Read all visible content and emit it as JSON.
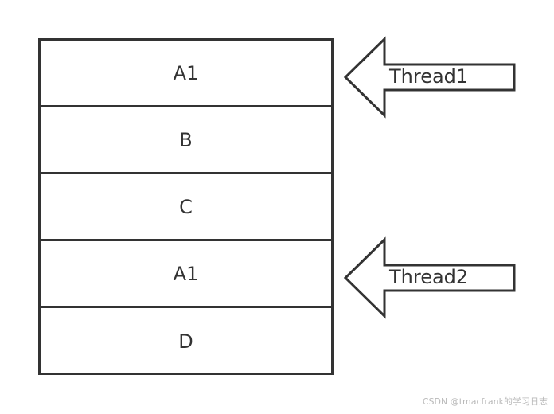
{
  "stack": {
    "cells": [
      {
        "label": "A1"
      },
      {
        "label": "B"
      },
      {
        "label": "C"
      },
      {
        "label": "A1"
      },
      {
        "label": "D"
      }
    ]
  },
  "pointers": [
    {
      "label": "Thread1",
      "points_to_index": 0
    },
    {
      "label": "Thread2",
      "points_to_index": 3
    }
  ],
  "watermark": "CSDN @tmacfrank的学习日志",
  "colors": {
    "stroke": "#333333",
    "background": "#ffffff",
    "watermark": "#b9b9b9"
  }
}
